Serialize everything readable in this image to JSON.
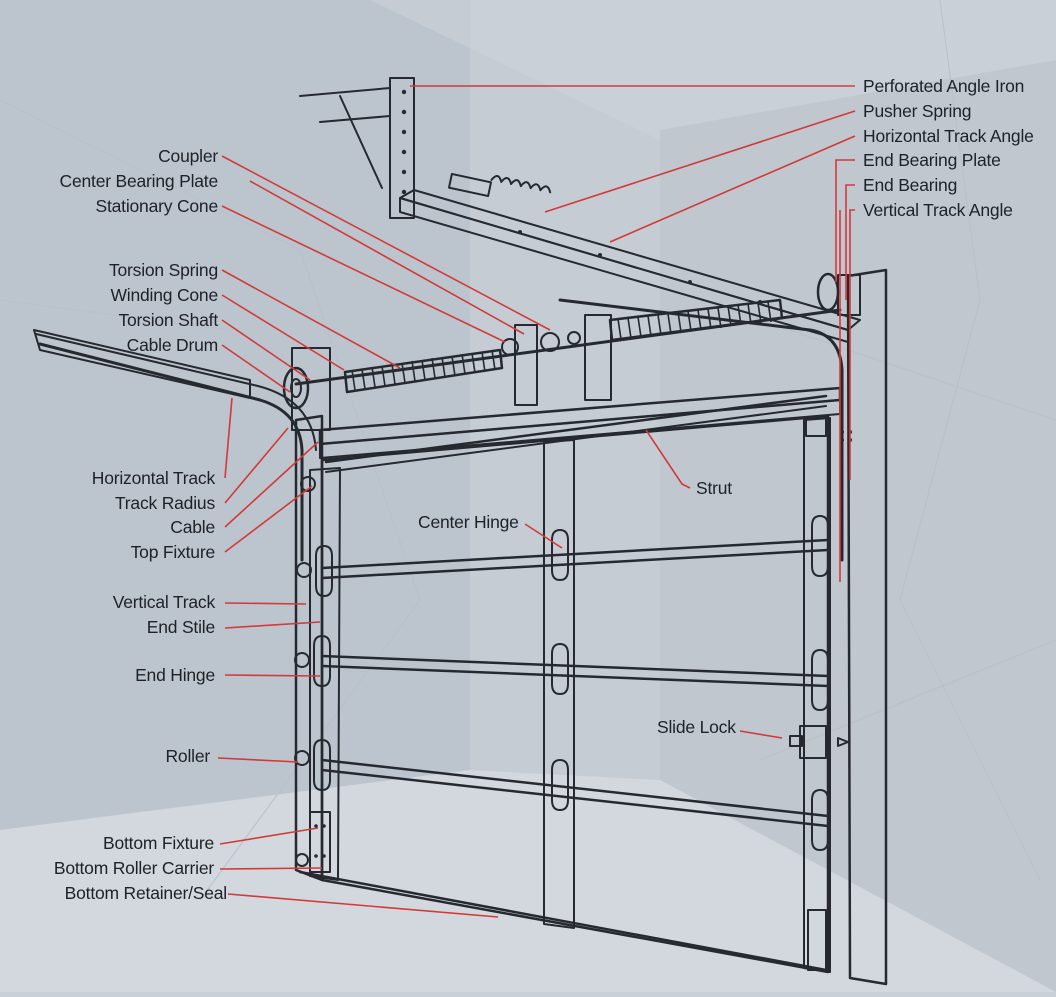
{
  "labels": {
    "perforated_angle_iron": "Perforated Angle Iron",
    "pusher_spring": "Pusher Spring",
    "horizontal_track_angle": "Horizontal Track Angle",
    "end_bearing_plate": "End Bearing Plate",
    "end_bearing": "End Bearing",
    "vertical_track_angle": "Vertical Track Angle",
    "coupler": "Coupler",
    "center_bearing_plate": "Center Bearing Plate",
    "stationary_cone": "Stationary Cone",
    "torsion_spring": "Torsion Spring",
    "winding_cone": "Winding Cone",
    "torsion_shaft": "Torsion Shaft",
    "cable_drum": "Cable Drum",
    "horizontal_track": "Horizontal Track",
    "track_radius": "Track Radius",
    "cable": "Cable",
    "top_fixture": "Top Fixture",
    "vertical_track": "Vertical Track",
    "end_stile": "End Stile",
    "end_hinge": "End Hinge",
    "roller": "Roller",
    "bottom_fixture": "Bottom Fixture",
    "bottom_roller_carrier": "Bottom Roller Carrier",
    "bottom_retainer_seal": "Bottom Retainer/Seal",
    "strut": "Strut",
    "center_hinge": "Center Hinge",
    "slide_lock": "Slide Lock"
  },
  "colors": {
    "background": "#c9d0d8",
    "leader": "#d23a3a",
    "ink": "#262a30",
    "text": "#1e2228"
  }
}
